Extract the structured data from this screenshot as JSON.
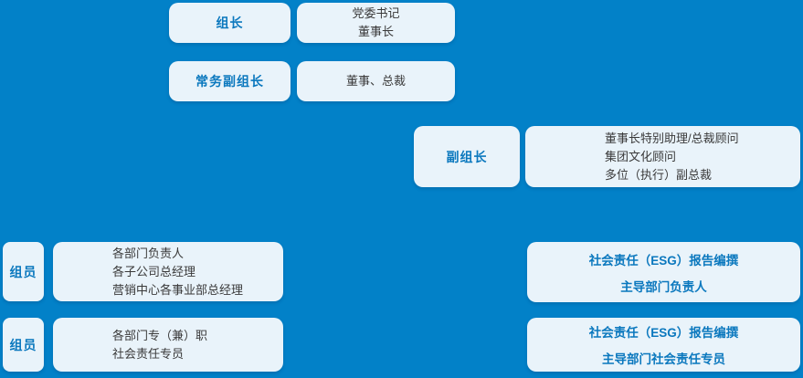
{
  "colors": {
    "background": "#0281C8",
    "box_fill": "#E9F3FA",
    "role_text": "#0B78BE",
    "body_text": "#3A3A3A",
    "accent_text": "#0B78BE"
  },
  "org_chart": {
    "rows": [
      {
        "label": "组长",
        "desc_lines": [
          "党委书记",
          "董事长"
        ]
      },
      {
        "label": "常务副组长",
        "desc_lines": [
          "董事、总裁"
        ]
      },
      {
        "label": "副组长",
        "desc_lines": [
          "董事长特别助理/总裁顾问",
          "集团文化顾问",
          "多位（执行）副总裁"
        ]
      },
      {
        "label": "组员",
        "desc_lines": [
          "各部门负责人",
          "各子公司总经理",
          "营销中心各事业部总经理"
        ],
        "right_lines": [
          "社会责任（ESG）报告编撰",
          "主导部门负责人"
        ]
      },
      {
        "label": "组员",
        "desc_lines": [
          "各部门专（兼）职",
          "社会责任专员"
        ],
        "right_lines": [
          "社会责任（ESG）报告编撰",
          "主导部门社会责任专员"
        ]
      }
    ]
  }
}
